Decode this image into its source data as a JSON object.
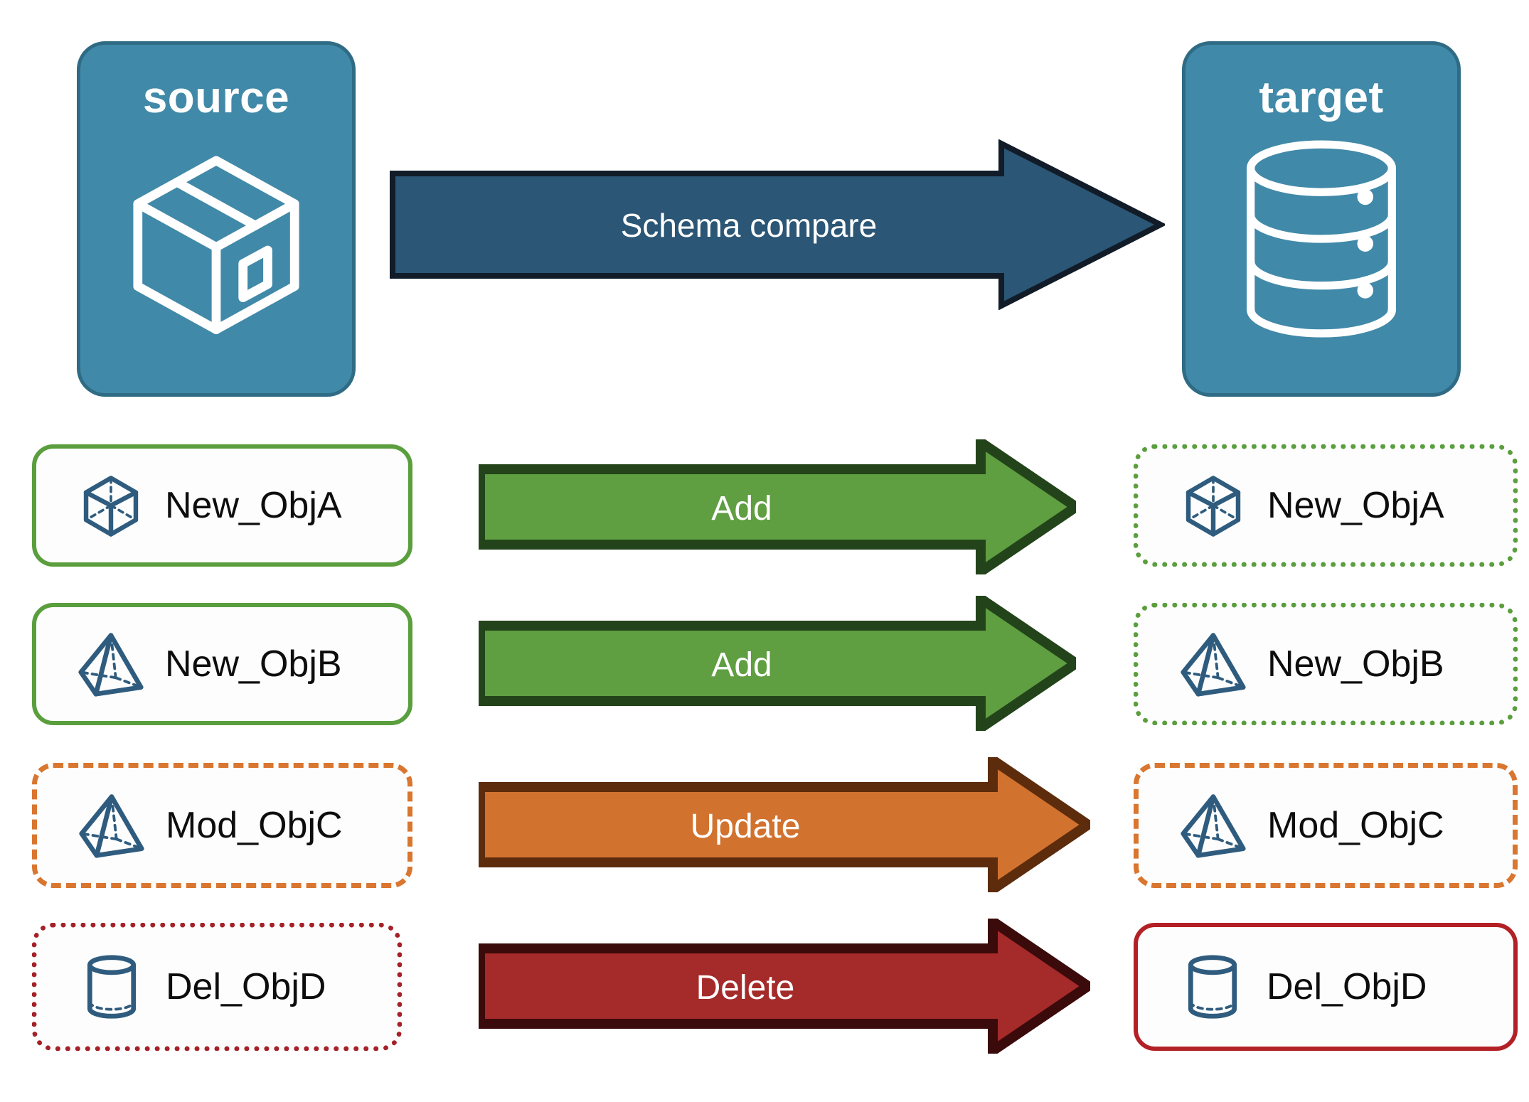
{
  "diagram": {
    "title": "Schema compare source to target",
    "background": "#ffffff"
  },
  "endpoints": {
    "source": {
      "label": "source",
      "icon": "package-box-icon",
      "fill": "#4189A8",
      "stroke": "#2F6B84",
      "text_color": "#ffffff"
    },
    "target": {
      "label": "target",
      "icon": "database-cylinder-icon",
      "fill": "#4189A8",
      "stroke": "#2F6B84",
      "text_color": "#ffffff"
    }
  },
  "compare": {
    "label": "Schema compare",
    "fill": "#2B5675",
    "stroke": "#111C28",
    "text_color": "#ffffff"
  },
  "rows": [
    {
      "action": "Add",
      "arrow_fill": "#5F9E41",
      "arrow_stroke": "#23441A",
      "source": {
        "label": "New_ObjA",
        "icon": "wireframe-cube-icon",
        "border_style": "solid",
        "border_color": "#5A9E3D"
      },
      "target": {
        "label": "New_ObjA",
        "icon": "wireframe-cube-icon",
        "border_style": "dotted",
        "border_color": "#5A9E3D"
      }
    },
    {
      "action": "Add",
      "arrow_fill": "#5F9E41",
      "arrow_stroke": "#23441A",
      "source": {
        "label": "New_ObjB",
        "icon": "wireframe-pyramid-icon",
        "border_style": "solid",
        "border_color": "#5A9E3D"
      },
      "target": {
        "label": "New_ObjB",
        "icon": "wireframe-pyramid-icon",
        "border_style": "dotted",
        "border_color": "#5A9E3D"
      }
    },
    {
      "action": "Update",
      "arrow_fill": "#D2722F",
      "arrow_stroke": "#5C2C0D",
      "source": {
        "label": "Mod_ObjC",
        "icon": "wireframe-pyramid-icon",
        "border_style": "dashed",
        "border_color": "#D9762F"
      },
      "target": {
        "label": "Mod_ObjC",
        "icon": "wireframe-pyramid-icon",
        "border_style": "dashed",
        "border_color": "#D9762F"
      }
    },
    {
      "action": "Delete",
      "arrow_fill": "#A52A2A",
      "arrow_stroke": "#3B0A0A",
      "source": {
        "label": "Del_ObjD",
        "icon": "wireframe-cylinder-icon",
        "border_style": "dotted",
        "border_color": "#A52128"
      },
      "target": {
        "label": "Del_ObjD",
        "icon": "wireframe-cylinder-icon",
        "border_style": "solid",
        "border_color": "#B32025"
      }
    }
  ],
  "colors": {
    "icon_blue": "#2F5C7E",
    "endpoint_blue": "#4189A8",
    "compare_blue": "#2B5675",
    "green": "#5F9E41",
    "orange": "#D2722F",
    "red": "#A52A2A"
  }
}
